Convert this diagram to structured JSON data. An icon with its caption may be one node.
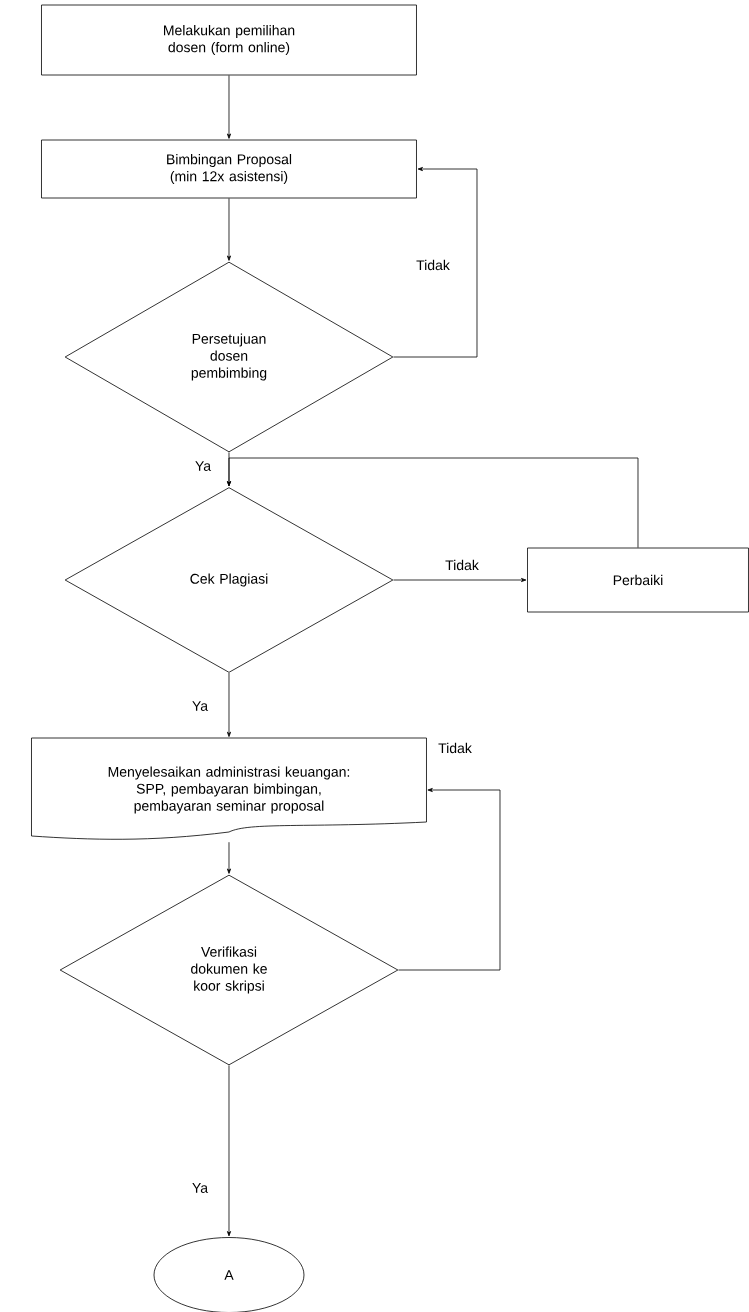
{
  "diagram": {
    "nodes": [
      {
        "text": [
          "Melakukan pemilihan dosen (form online)"
        ]
      },
      {
        "text": [
          "Bimbingan Proposal (min 12x asistensi)"
        ]
      },
      {
        "text": [
          "Persetujuan dosen pembimbing"
        ]
      },
      {
        "text": [
          "Cek Plagiasi"
        ]
      },
      {
        "text": [
          "Perbaiki"
        ]
      },
      {
        "text": [
          "Menyelesaikan administrasi keuangan: SPP, pembayaran bimbingan, pembayaran seminar proposal"
        ]
      },
      {
        "text": [
          "Verifikasi dokumen ke koor skripsi"
        ]
      },
      {
        "text": [
          "A"
        ]
      }
    ],
    "edges": [
      {
        "from": 0,
        "to": 1,
        "arrow": "to"
      },
      {
        "from": 1,
        "to": 2,
        "arrow": "to"
      },
      {
        "from": 2,
        "to": 1,
        "arrow": "to",
        "label": "Tidak"
      },
      {
        "from": 2,
        "to": 3,
        "arrow": "to",
        "label": "Ya"
      },
      {
        "from": 3,
        "to": 4,
        "arrow": "to",
        "label": "Tidak"
      },
      {
        "from": 4,
        "to": 3,
        "arrow": "to"
      },
      {
        "from": 3,
        "to": 5,
        "arrow": "to",
        "label": "Ya"
      },
      {
        "from": 5,
        "to": 6,
        "arrow": "to"
      },
      {
        "from": 6,
        "to": 5,
        "arrow": "to",
        "label": "Tidak"
      },
      {
        "from": 6,
        "to": 7,
        "arrow": "to",
        "label": "Ya"
      }
    ]
  }
}
